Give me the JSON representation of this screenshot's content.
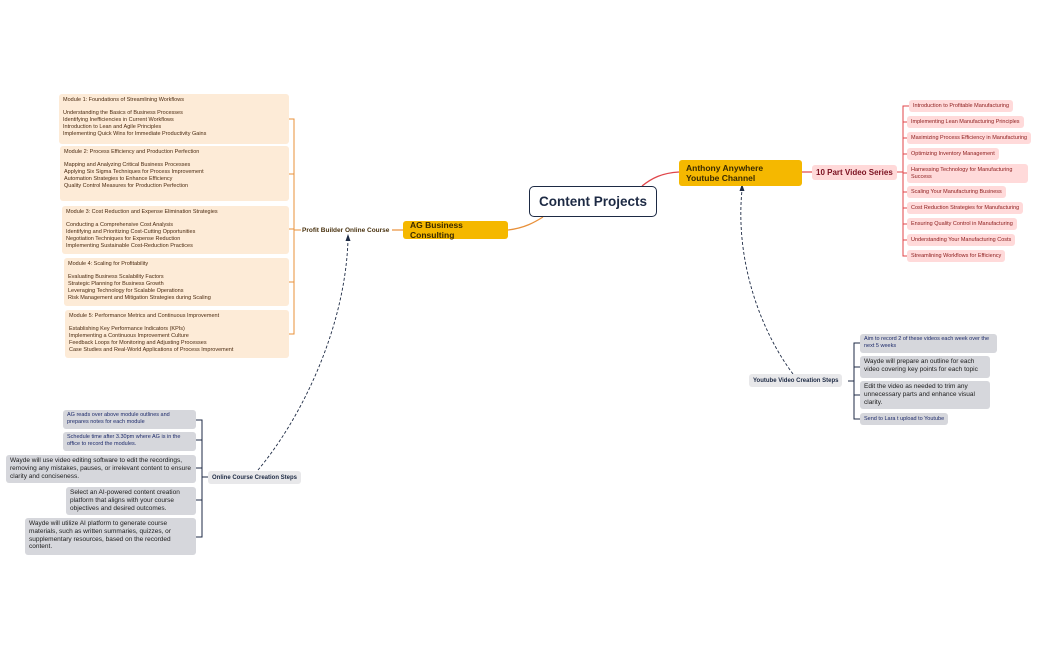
{
  "central": "Content Projects",
  "left": {
    "main": "AG Business Consulting",
    "course": "Profit Builder Online Course",
    "modules": [
      {
        "title": "Module 1: Foundations of Streamlining Workflows",
        "items": [
          "Understanding the Basics of Business Processes",
          "Identifying Inefficiencies in Current Workflows",
          "Introduction to Lean and Agile Principles",
          "Implementing Quick Wins for Immediate Productivity Gains"
        ]
      },
      {
        "title": "Module 2: Process Efficiency and Production Perfection",
        "items": [
          "Mapping and Analyzing Critical Business Processes",
          "Applying Six Sigma Techniques for Process Improvement",
          "Automation Strategies to Enhance Efficiency",
          "Quality Control Measures for Production Perfection"
        ]
      },
      {
        "title": "Module 3: Cost Reduction and Expense Elimination Strategies",
        "items": [
          "Conducting a Comprehensive Cost Analysis",
          "Identifying and Prioritizing Cost-Cutting Opportunities",
          "Negotiation Techniques for Expense Reduction",
          "Implementing Sustainable Cost-Reduction Practices"
        ]
      },
      {
        "title": "Module 4: Scaling for Profitability",
        "items": [
          "Evaluating Business Scalability Factors",
          "Strategic Planning for Business Growth",
          "Leveraging Technology for Scalable Operations",
          "Risk Management and Mitigation Strategies during Scaling"
        ]
      },
      {
        "title": "Module 5: Performance Metrics and Continuous Improvement",
        "items": [
          "Establishing Key Performance Indicators (KPIs)",
          "Implementing a Continuous Improvement Culture",
          "Feedback Loops for Monitoring and Adjusting Processes",
          "Case Studies and Real-World Applications of Process Improvement"
        ]
      }
    ],
    "steps_label": "Online Course Creation Steps",
    "steps": [
      "AG reads over above module outlines and prepares notes for each module",
      "Schedule time after 3.30pm where AG is in the office to record the modules.",
      "Wayde will use video editing software to edit the recordings, removing any mistakes, pauses, or irrelevant content to ensure clarity and conciseness.",
      "Select an AI-powered content creation platform that aligns with your course objectives and desired outcomes.",
      "Wayde will utilize AI platform to generate course materials, such as written summaries, quizzes, or supplementary resources, based on the recorded content."
    ]
  },
  "right": {
    "main": "Anthony Anywhere Youtube Channel",
    "series": "10 Part Video Series",
    "videos": [
      "Introduction to Profitable Manufacturing",
      "Implementing Lean Manufacturing Principles",
      "Maximizing Process Efficiency in Manufacturing",
      "Optimizing Inventory Management",
      "Harnessing Technology for Manufacturing Success",
      "Scaling Your Manufacturing Business",
      "Cost Reduction Strategies for Manufacturing",
      "Ensuring Quality Control in Manufacturing",
      "Understanding Your Manufacturing Costs",
      "Streamlining Workflows for Efficiency"
    ],
    "steps_label": "Youtube Video Creation Steps",
    "steps": [
      "Aim to record 2 of these videos each week over the next 5 weeks",
      "Wayde will prepare an outline for each video covering key points for each topic",
      "Edit the video as needed to trim any unnecessary parts and enhance visual clarity.",
      "Send to Lara t upload to Youtube"
    ]
  },
  "colors": {
    "main_fill": "#f5b800",
    "central_border": "#1d2a44",
    "orange_line": "#e8903a",
    "red_line": "#e0454a",
    "module_fill": "#fdebd7",
    "video_fill": "#ffdada",
    "step_fill": "#d6d7dc",
    "dashed_line": "#1d2a44"
  }
}
